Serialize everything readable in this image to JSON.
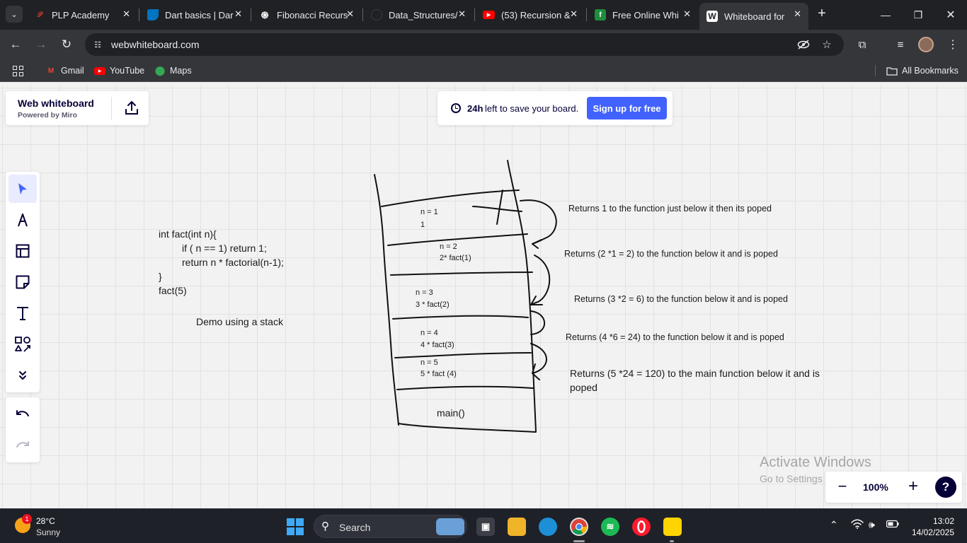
{
  "browser": {
    "tabs": [
      {
        "title": "PLP Academy",
        "favicon": "plp-icon",
        "color": "#c0392b"
      },
      {
        "title": "Dart basics | Dar",
        "favicon": "dart-icon",
        "color": "#0175c2"
      },
      {
        "title": "Fibonacci Recurs",
        "favicon": "openai-icon",
        "color": "#202124"
      },
      {
        "title": "Data_Structures/",
        "favicon": "github-icon",
        "color": "#202124"
      },
      {
        "title": "(53) Recursion &",
        "favicon": "youtube-icon",
        "color": "#ff0000"
      },
      {
        "title": "Free Online Whi",
        "favicon": "whiteboard-f-icon",
        "color": "#1e8e3e"
      },
      {
        "title": "Whiteboard for",
        "favicon": "w-icon",
        "color": "#ffffff"
      }
    ],
    "url": "webwhiteboard.com",
    "bookmarks": [
      {
        "label": "Gmail",
        "icon": "gmail-icon"
      },
      {
        "label": "YouTube",
        "icon": "youtube-icon"
      },
      {
        "label": "Maps",
        "icon": "maps-icon"
      }
    ],
    "all_bookmarks": "All Bookmarks"
  },
  "app": {
    "logo_title": "Web whiteboard",
    "logo_sub": "Powered by Miro",
    "save_time": "24h",
    "save_text": "left to save your board.",
    "signup": "Sign up for free",
    "zoom": "100%",
    "accent": "#4262ff"
  },
  "board": {
    "code": [
      "int fact(int n){",
      "if ( n == 1) return 1;",
      "return n * factorial(n-1);",
      "}",
      "fact(5)"
    ],
    "demo": "Demo using a stack",
    "frames": [
      {
        "n": "n = 1",
        "expr": "1"
      },
      {
        "n": "n = 2",
        "expr": "2* fact(1)"
      },
      {
        "n": "n = 3",
        "expr": "3 * fact(2)"
      },
      {
        "n": "n = 4",
        "expr": "4 * fact(3)"
      },
      {
        "n": "n = 5",
        "expr": "5 * fact (4)"
      }
    ],
    "main": "main()",
    "notes": [
      "Returns 1 to the function just below it then its poped",
      "Returns (2 *1 = 2) to the function below it and is poped",
      "Returns (3 *2 = 6) to the function below it and is poped",
      "Returns (4 *6 = 24) to the function below it and is poped",
      "Returns (5 *24 = 120) to the main function below it and is",
      "poped"
    ]
  },
  "watermark": {
    "line1": "Activate Windows",
    "line2": "Go to Settings to activate Windows."
  },
  "taskbar": {
    "badge": "1",
    "temp": "28°C",
    "condition": "Sunny",
    "search": "Search",
    "time": "13:02",
    "date": "14/02/2025"
  }
}
